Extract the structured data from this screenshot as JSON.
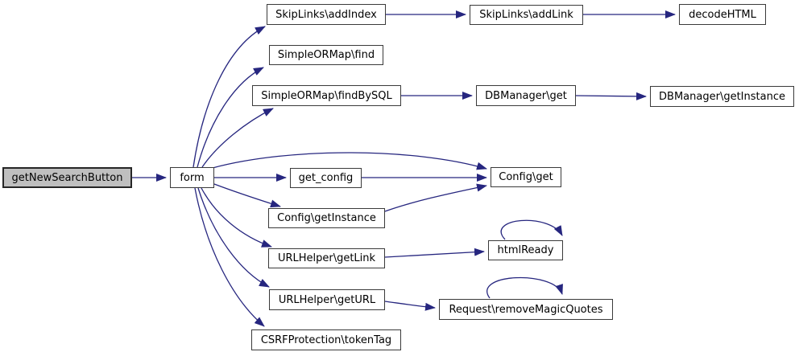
{
  "diagram": {
    "type": "call-graph",
    "root": "getNewSearchButton",
    "colors": {
      "edge": "#26267f",
      "node_border": "#3a3a3a",
      "node_fill": "#ffffff",
      "root_node_fill": "#bfbfbf",
      "background": "#ffffff",
      "text": "#000000"
    },
    "nodes": [
      {
        "id": "getnewsearchbutton",
        "label": "getNewSearchButton",
        "highlighted": true
      },
      {
        "id": "form",
        "label": "form",
        "highlighted": false
      },
      {
        "id": "skiplinks-addindex",
        "label": "SkipLinks\\addIndex",
        "highlighted": false
      },
      {
        "id": "simpleormap-find",
        "label": "SimpleORMap\\find",
        "highlighted": false
      },
      {
        "id": "simpleormap-findbysql",
        "label": "SimpleORMap\\findBySQL",
        "highlighted": false
      },
      {
        "id": "get-config",
        "label": "get_config",
        "highlighted": false
      },
      {
        "id": "config-getinstance",
        "label": "Config\\getInstance",
        "highlighted": false
      },
      {
        "id": "urlhelper-getlink",
        "label": "URLHelper\\getLink",
        "highlighted": false
      },
      {
        "id": "urlhelper-geturl",
        "label": "URLHelper\\getURL",
        "highlighted": false
      },
      {
        "id": "csrfprotection-tokentag",
        "label": "CSRFProtection\\tokenTag",
        "highlighted": false
      },
      {
        "id": "skiplinks-addlink",
        "label": "SkipLinks\\addLink",
        "highlighted": false
      },
      {
        "id": "decodehtml",
        "label": "decodeHTML",
        "highlighted": false
      },
      {
        "id": "dbmanager-get",
        "label": "DBManager\\get",
        "highlighted": false
      },
      {
        "id": "dbmanager-getinstance",
        "label": "DBManager\\getInstance",
        "highlighted": false
      },
      {
        "id": "config-get",
        "label": "Config\\get",
        "highlighted": false
      },
      {
        "id": "htmlready",
        "label": "htmlReady",
        "highlighted": false
      },
      {
        "id": "request-removemagicquotes",
        "label": "Request\\removeMagicQuotes",
        "highlighted": false
      }
    ],
    "edges": [
      {
        "from": "getNewSearchButton",
        "to": "form"
      },
      {
        "from": "form",
        "to": "SkipLinks\\addIndex"
      },
      {
        "from": "form",
        "to": "SimpleORMap\\find"
      },
      {
        "from": "form",
        "to": "SimpleORMap\\findBySQL"
      },
      {
        "from": "form",
        "to": "Config\\get"
      },
      {
        "from": "form",
        "to": "get_config"
      },
      {
        "from": "form",
        "to": "Config\\getInstance"
      },
      {
        "from": "form",
        "to": "URLHelper\\getLink"
      },
      {
        "from": "form",
        "to": "URLHelper\\getURL"
      },
      {
        "from": "form",
        "to": "CSRFProtection\\tokenTag"
      },
      {
        "from": "SkipLinks\\addIndex",
        "to": "SkipLinks\\addLink"
      },
      {
        "from": "SkipLinks\\addLink",
        "to": "decodeHTML"
      },
      {
        "from": "SimpleORMap\\findBySQL",
        "to": "DBManager\\get"
      },
      {
        "from": "DBManager\\get",
        "to": "DBManager\\getInstance"
      },
      {
        "from": "get_config",
        "to": "Config\\get"
      },
      {
        "from": "Config\\getInstance",
        "to": "Config\\get"
      },
      {
        "from": "URLHelper\\getLink",
        "to": "htmlReady"
      },
      {
        "from": "htmlReady",
        "to": "htmlReady"
      },
      {
        "from": "URLHelper\\getURL",
        "to": "Request\\removeMagicQuotes"
      },
      {
        "from": "Request\\removeMagicQuotes",
        "to": "Request\\removeMagicQuotes"
      }
    ]
  }
}
